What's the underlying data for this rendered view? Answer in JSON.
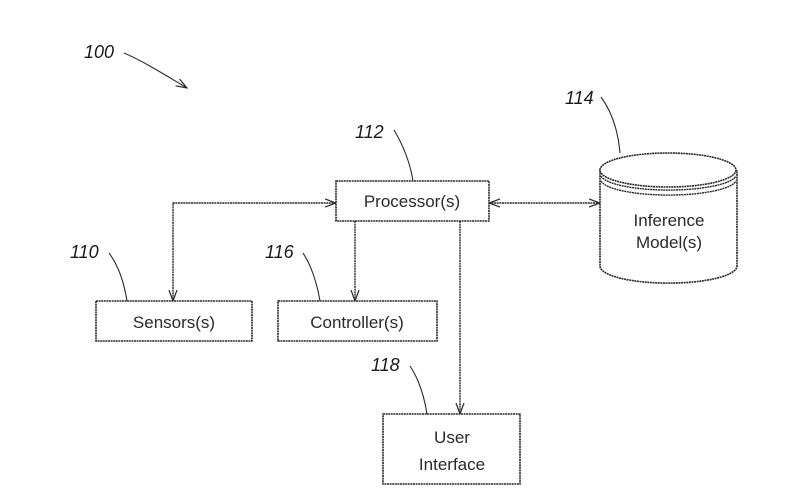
{
  "figure": {
    "ref_number": "100"
  },
  "nodes": {
    "processor": {
      "ref": "112",
      "label": "Processor(s)"
    },
    "inference_model": {
      "ref": "114",
      "label_line1": "Inference",
      "label_line2": "Model(s)"
    },
    "sensors": {
      "ref": "110",
      "label": "Sensors(s)"
    },
    "controller": {
      "ref": "116",
      "label": "Controller(s)"
    },
    "user_interface": {
      "ref": "118",
      "label_line1": "User",
      "label_line2": "Interface"
    }
  },
  "edges": [
    {
      "from": "sensors",
      "to": "processor",
      "direction": "bidirectional"
    },
    {
      "from": "processor",
      "to": "inference_model",
      "direction": "bidirectional"
    },
    {
      "from": "processor",
      "to": "controller",
      "direction": "forward"
    },
    {
      "from": "processor",
      "to": "user_interface",
      "direction": "forward"
    }
  ]
}
